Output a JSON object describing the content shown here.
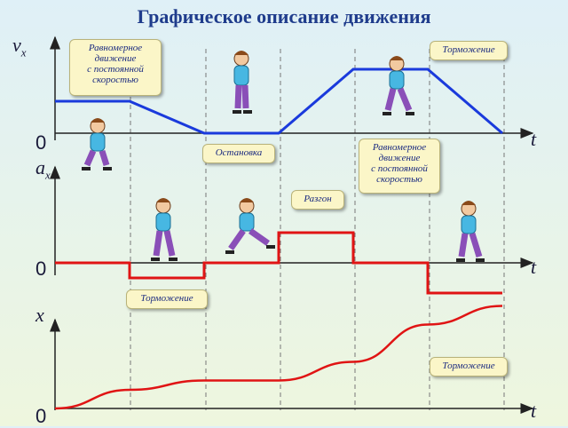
{
  "title": "Графическое описание движения",
  "axes": {
    "v_label_main": "v",
    "v_label_sub": "x",
    "a_label_main": "a",
    "a_label_sub": "x",
    "x_label": "x",
    "t_label": "t",
    "zero": "0"
  },
  "callouts": {
    "uniform_left": "Равномерное\nдвижение\nс постоянной\nскоростью",
    "braking_top": "Торможение",
    "stop": "Остановка",
    "uniform_right": "Равномерное\nдвижение\nс постоянной\nскоростью",
    "acceleration": "Разгон",
    "braking_mid": "Торможение",
    "braking_bottom": "Торможение"
  },
  "colors": {
    "velocity_line": "#1a3adc",
    "acceleration_line": "#e01414",
    "position_line": "#e01414",
    "title": "#1f3c8c",
    "callout_bg": "#fbf6c8"
  },
  "chart_data": [
    {
      "type": "line",
      "name": "velocity",
      "x": [
        0,
        1,
        2,
        3,
        4,
        5,
        6
      ],
      "y": [
        1,
        1,
        0,
        0,
        2,
        2,
        0
      ]
    },
    {
      "type": "line",
      "name": "acceleration",
      "steps": [
        {
          "from": 0,
          "to": 1,
          "value": 0
        },
        {
          "from": 1,
          "to": 2,
          "value": -1
        },
        {
          "from": 2,
          "to": 3,
          "value": 0
        },
        {
          "from": 3,
          "to": 4,
          "value": 2
        },
        {
          "from": 4,
          "to": 5,
          "value": 0
        },
        {
          "from": 5,
          "to": 6,
          "value": -2
        }
      ]
    },
    {
      "type": "line",
      "name": "position",
      "x": [
        0,
        1,
        2,
        3,
        4,
        5,
        6
      ],
      "y": [
        0,
        1.0,
        1.5,
        1.5,
        2.5,
        4.5,
        5.5
      ]
    }
  ]
}
